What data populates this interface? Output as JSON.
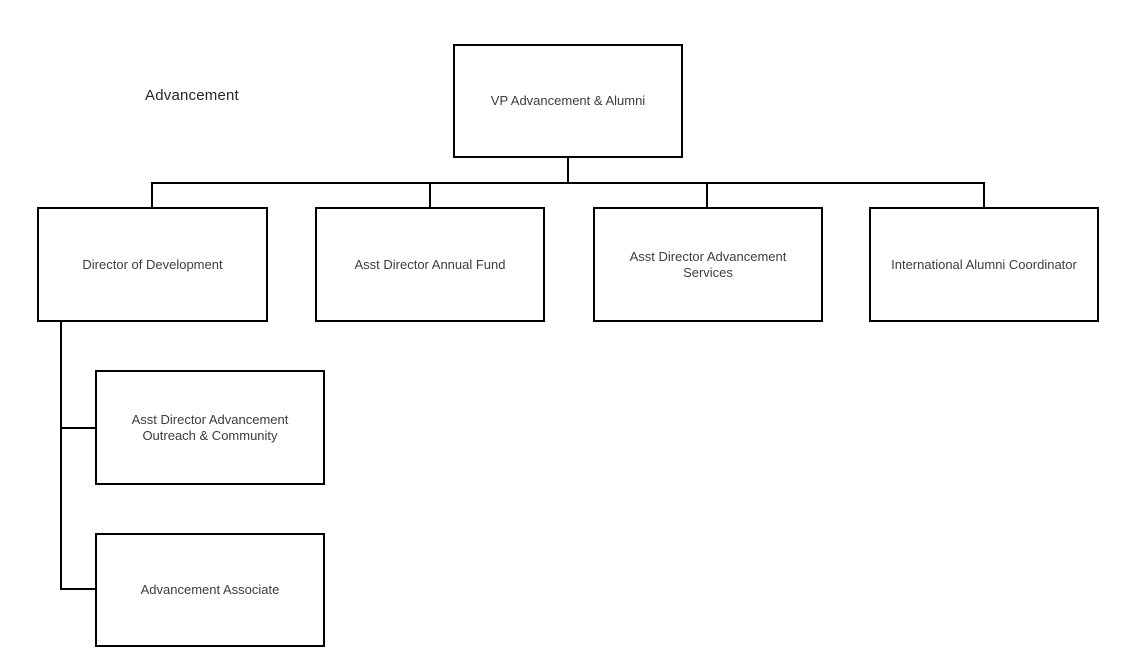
{
  "diagram": {
    "title": "Advancement",
    "type": "org-chart",
    "colors": {
      "background": "#ffffff",
      "box_border": "#000000",
      "box_fill": "#ffffff",
      "connector": "#000000",
      "text": "#3d3d3d",
      "title_text": "#262626"
    },
    "nodes": [
      {
        "id": "vp-advancement-alumni",
        "label": "VP Advancement & Alumni",
        "reports_to": null
      },
      {
        "id": "director-of-development",
        "label": "Director of Development",
        "reports_to": "vp-advancement-alumni"
      },
      {
        "id": "asst-director-annual-fund",
        "label": "Asst Director Annual Fund",
        "reports_to": "vp-advancement-alumni"
      },
      {
        "id": "asst-director-advancement-services",
        "label": "Asst Director Advancement Services",
        "reports_to": "vp-advancement-alumni"
      },
      {
        "id": "international-alumni-coordinator",
        "label": "International Alumni Coordinator",
        "reports_to": "vp-advancement-alumni"
      },
      {
        "id": "asst-director-advancement-outreach-community",
        "label": "Asst Director Advancement Outreach & Community",
        "reports_to": "director-of-development"
      },
      {
        "id": "advancement-associate",
        "label": "Advancement Associate",
        "reports_to": "director-of-development"
      }
    ]
  }
}
